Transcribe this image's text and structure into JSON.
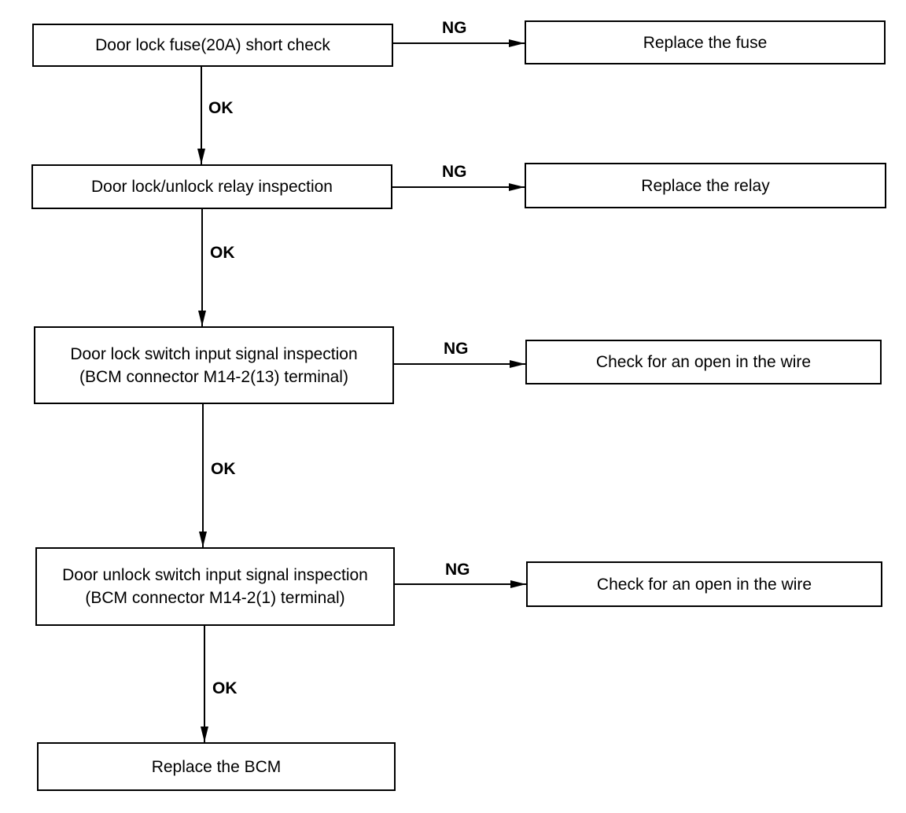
{
  "steps": [
    {
      "lines": [
        "Door lock fuse(20A) short check"
      ]
    },
    {
      "lines": [
        "Door lock/unlock relay inspection"
      ]
    },
    {
      "lines": [
        "Door lock switch input signal inspection",
        "(BCM connector M14-2(13) terminal)"
      ]
    },
    {
      "lines": [
        "Door unlock switch input signal inspection",
        "(BCM connector M14-2(1) terminal)"
      ]
    },
    {
      "lines": [
        "Replace the BCM"
      ]
    }
  ],
  "actions": [
    {
      "text": "Replace the fuse"
    },
    {
      "text": "Replace the relay"
    },
    {
      "text": "Check for an open in the wire"
    },
    {
      "text": "Check for an open in the wire"
    }
  ],
  "labels": {
    "ok": "OK",
    "ng": "NG"
  }
}
